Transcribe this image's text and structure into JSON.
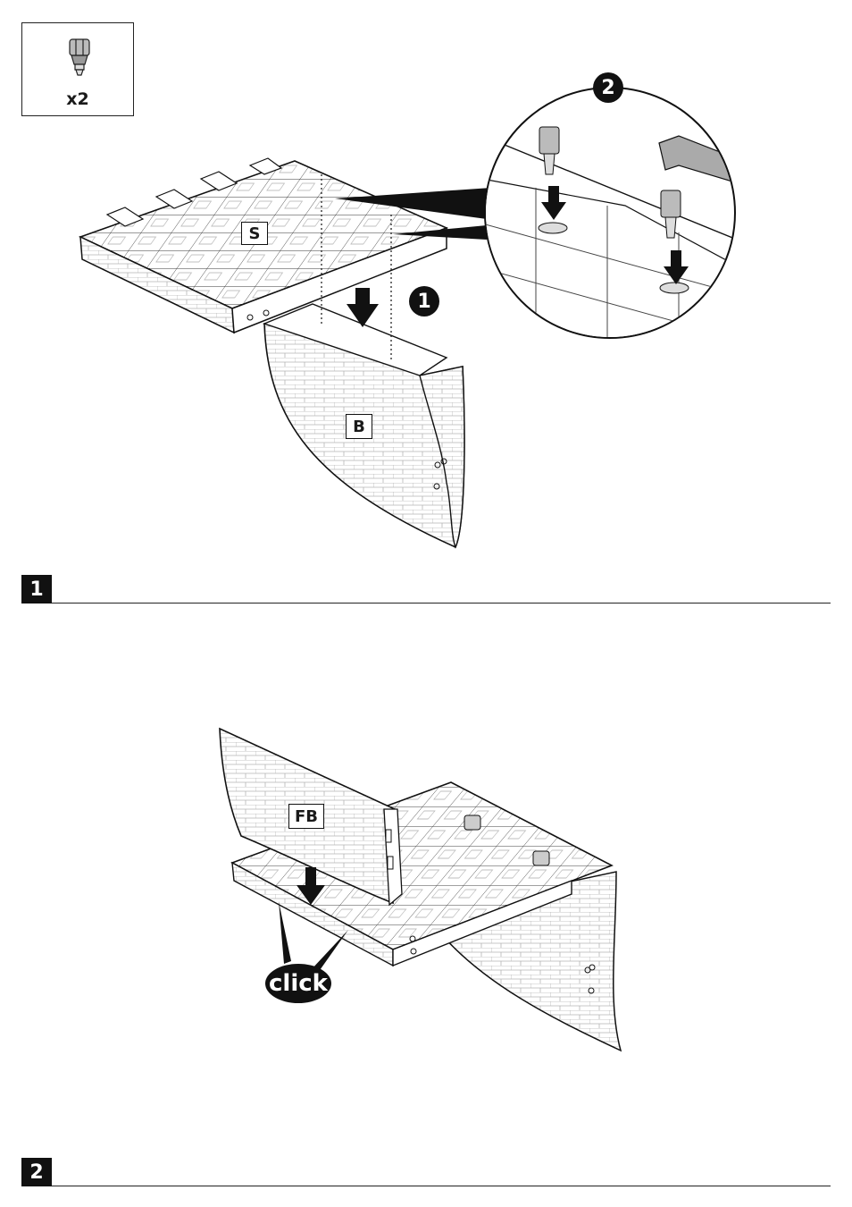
{
  "parts_box": {
    "quantity": "x2",
    "icon": "connector-peg-icon"
  },
  "step1": {
    "number": "1",
    "labels": {
      "seat": "S",
      "back": "B"
    },
    "sub_steps": [
      "1",
      "2"
    ]
  },
  "step2": {
    "number": "2",
    "labels": {
      "front_back": "FB"
    },
    "callout": "click"
  },
  "colors": {
    "ink": "#111111",
    "panel_fill": "#ffffff",
    "texture": "#bdbdbd",
    "grid": "#555555"
  }
}
